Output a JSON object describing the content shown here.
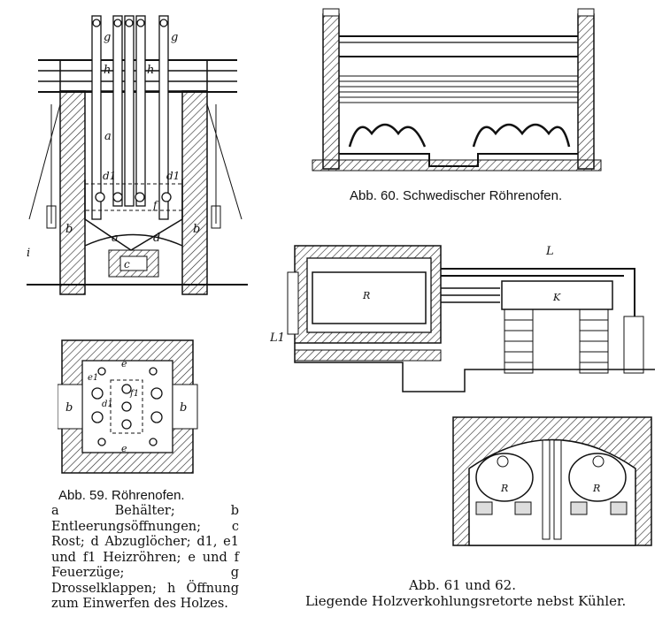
{
  "fig59": {
    "caption": "Abb. 59. Röhrenofen.",
    "legend": "a Behälter; b Entleerungsöffnungen; c Rost; d Abzuglöcher; d1, e1 und f1 Heizröhren; e und f Feuerzüge; g Drosselklappen; h Öffnung zum Einwerfen des Holzes.",
    "labels": {
      "a": "a",
      "b": "b",
      "c": "c",
      "d": "d",
      "d1": "d1",
      "e": "e",
      "e1": "e1",
      "f": "f",
      "f1": "f1",
      "g": "g",
      "h": "h",
      "i": "i"
    }
  },
  "fig60": {
    "caption": "Abb. 60. Schwedischer Röhrenofen."
  },
  "fig61_62": {
    "caption_line1": "Abb. 61 und 62.",
    "caption_line2": "Liegende Holzverkohlungsretorte nebst Kühler.",
    "labels": {
      "L": "L",
      "R": "R",
      "K": "K",
      "L1": "L1"
    }
  }
}
